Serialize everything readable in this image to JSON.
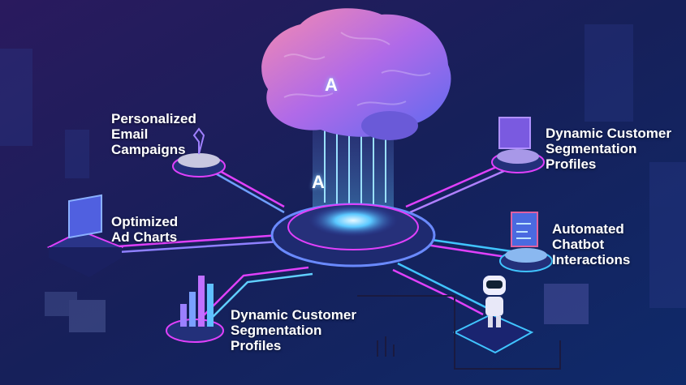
{
  "labels": {
    "email": [
      "Personalized",
      "Email",
      "Campaigns"
    ],
    "ads": [
      "Optimized",
      "Ad Charts"
    ],
    "segmentation_bottom": [
      "Dynamic Customer",
      "Segmentation",
      "Profiles"
    ],
    "segmentation_right": [
      "Dynamic Customer",
      "Segmentation",
      "Profiles"
    ],
    "chatbot": [
      "Automated",
      "Chatbot",
      "Interactions"
    ]
  },
  "brain_letters": [
    "A",
    "A"
  ],
  "colors": {
    "background": "#141a4a",
    "neon_pink": "#e040fb",
    "neon_blue": "#40c4ff",
    "brain_pink": "#f06aa8",
    "brain_purple": "#8a5cf0"
  }
}
